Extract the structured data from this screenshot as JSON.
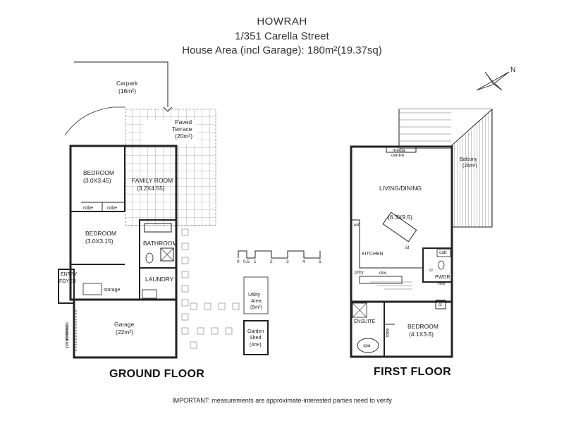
{
  "header": {
    "title": "HOWRAH",
    "address": "1/351 Carella Street",
    "area": "House Area (incl Garage): 180m²(19.37sq)"
  },
  "ground_floor": {
    "title": "GROUND FLOOR",
    "carpark": "Carpark",
    "carpark_size": "(16m²)",
    "paved_terrace": "Paved",
    "paved_terrace_2": "Terrace",
    "paved_terrace_size": "(20m²)",
    "bedroom1": "BEDROOM",
    "bedroom1_size": "(3.0X3.45)",
    "family_room": "FAMILY ROOM",
    "family_room_size": "(3.2X4.55)",
    "robe1": "robe",
    "robe2": "robe",
    "bedroom2": "BEDROOM",
    "bedroom2_size": "(3.0X3.15)",
    "bathroom": "BATHROOM",
    "entry": "ENTRY",
    "foyer": "FOYER",
    "storage": "storage",
    "laundry": "LAUNDRY",
    "garage": "Garage",
    "garage_size": "(22m²)",
    "panel_door_1": "automatic",
    "panel_door_2": "panel door",
    "utility_area": "Utility",
    "utility_area_2": "Area",
    "utility_size": "(5m²)",
    "garden_shed": "Garden",
    "garden_shed_2": "Shed",
    "garden_shed_size": "(4m²)"
  },
  "scale_bar": {
    "labels": [
      "0",
      "0.5",
      "1",
      "2",
      "3",
      "4",
      "5"
    ]
  },
  "first_floor": {
    "title": "FIRST FLOOR",
    "media": "media",
    "media_2": "centre",
    "balcony": "Balcony",
    "balcony_size": "(26m²)",
    "living_dining": "LIVING/DINING",
    "living_dining_size": "(6.3X9.5)",
    "ref": "ref",
    "kitchen": "KITCHEN",
    "isl": "isl",
    "cab": "cab",
    "pantry": "p/try",
    "dw": "d/w",
    "pwdr": "PWDR",
    "pwdr_2": "RM",
    "cl1": "cl",
    "cl2": "cl",
    "ensuite": "ENSUITE",
    "robe": "robe",
    "spa": "spa",
    "bedroom": "BEDROOM",
    "bedroom_size": "(4.1X3.6)"
  },
  "compass": {
    "label": "N"
  },
  "note": "IMPORTANT: measurements are approximate-interested parties need to verify"
}
